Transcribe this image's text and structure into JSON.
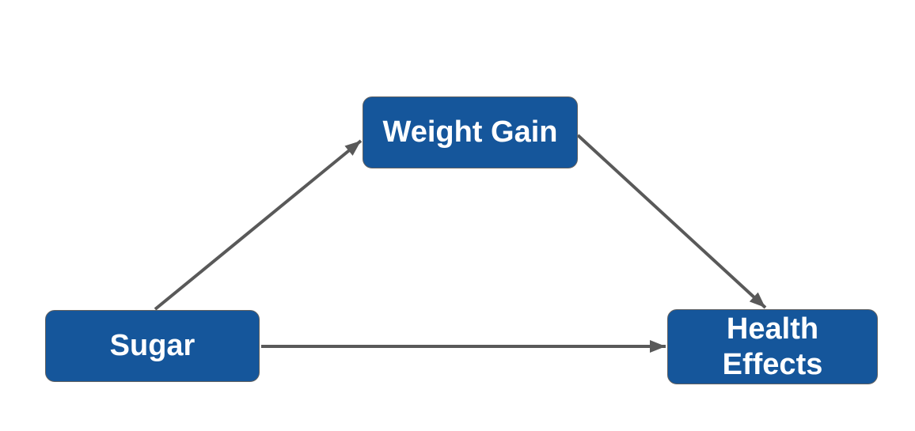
{
  "diagram": {
    "type": "causal-flowchart",
    "nodes": [
      {
        "id": "sugar",
        "label": "Sugar"
      },
      {
        "id": "weight-gain",
        "label": "Weight Gain"
      },
      {
        "id": "health-effects",
        "label": "Health\nEffects"
      }
    ],
    "edges": [
      {
        "id": "sugar-to-weight-gain",
        "from": "sugar",
        "to": "weight-gain",
        "style": "arrow"
      },
      {
        "id": "sugar-to-health-effects",
        "from": "sugar",
        "to": "health-effects",
        "style": "arrow"
      },
      {
        "id": "weight-gain-to-health-effects",
        "from": "weight-gain",
        "to": "health-effects",
        "style": "arrow"
      }
    ],
    "colors": {
      "node_fill": "#15569B",
      "node_border": "#616161",
      "node_text": "#FFFFFF",
      "arrow": "#595959",
      "background": "#FFFFFF"
    }
  }
}
